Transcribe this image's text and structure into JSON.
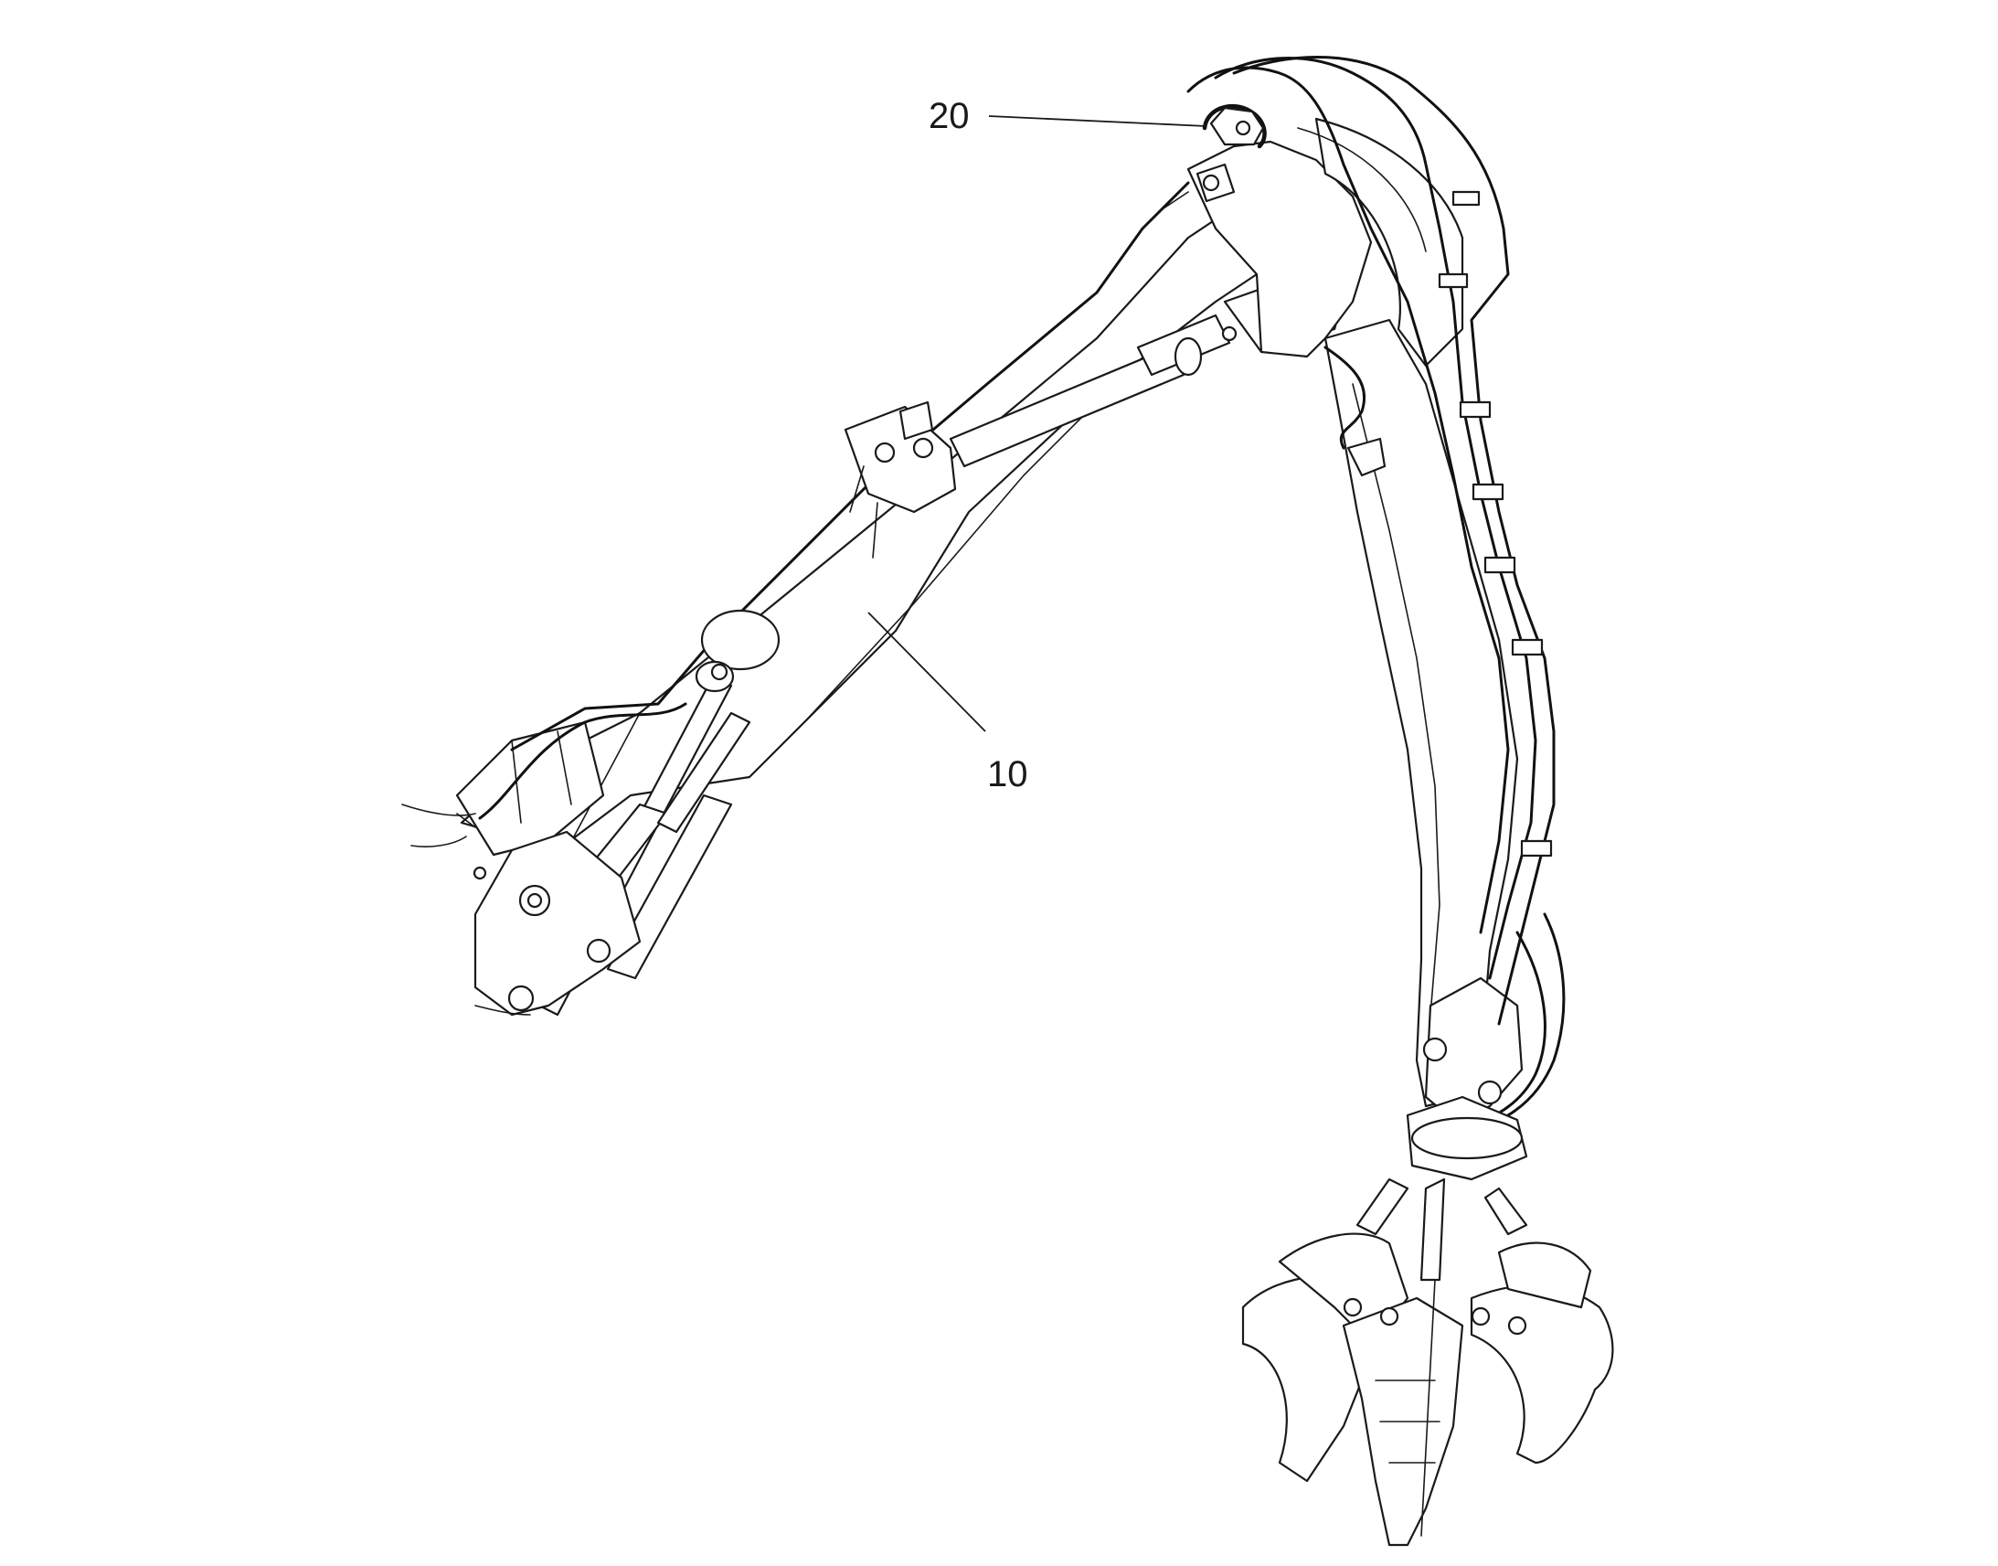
{
  "callouts": [
    {
      "id": "callout-20",
      "label": "20"
    },
    {
      "id": "callout-10",
      "label": "10"
    }
  ],
  "colors": {
    "line": "#1a1a1a",
    "background": "#ffffff"
  }
}
